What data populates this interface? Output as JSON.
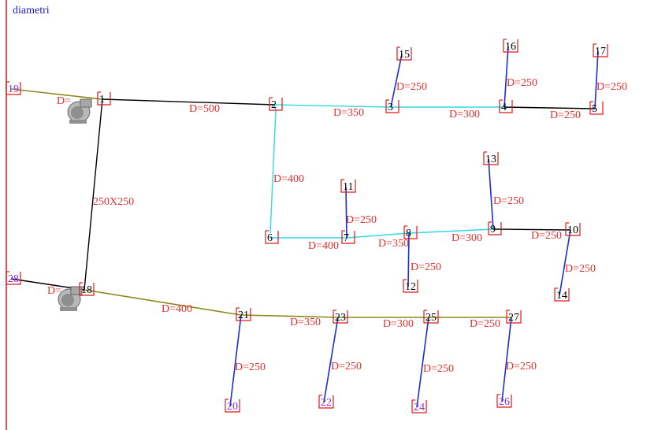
{
  "title": "diametri",
  "colors": {
    "black": "#000000",
    "cyan": "#30d8e8",
    "blue": "#1a2fd0",
    "olive": "#8a8a20",
    "red": "#e03030",
    "node_border": "#e01818",
    "purple": "#8a2be2"
  },
  "nodes": [
    {
      "id": "1",
      "label": "1"
    },
    {
      "id": "2",
      "label": "2"
    },
    {
      "id": "3",
      "label": "3"
    },
    {
      "id": "4",
      "label": "4"
    },
    {
      "id": "5",
      "label": "5"
    },
    {
      "id": "6",
      "label": "6"
    },
    {
      "id": "7",
      "label": "7"
    },
    {
      "id": "8",
      "label": "8"
    },
    {
      "id": "9",
      "label": "9"
    },
    {
      "id": "10",
      "label": "10"
    },
    {
      "id": "11",
      "label": "11"
    },
    {
      "id": "12",
      "label": "12"
    },
    {
      "id": "13",
      "label": "13"
    },
    {
      "id": "14",
      "label": "14"
    },
    {
      "id": "15",
      "label": "15"
    },
    {
      "id": "16",
      "label": "16"
    },
    {
      "id": "17",
      "label": "17"
    },
    {
      "id": "18",
      "label": "18"
    },
    {
      "id": "19",
      "label": "19"
    },
    {
      "id": "20",
      "label": "20"
    },
    {
      "id": "21",
      "label": "21"
    },
    {
      "id": "22",
      "label": "22"
    },
    {
      "id": "23",
      "label": "23"
    },
    {
      "id": "24",
      "label": "24"
    },
    {
      "id": "25",
      "label": "25"
    },
    {
      "id": "26",
      "label": "26"
    },
    {
      "id": "27",
      "label": "27"
    },
    {
      "id": "28",
      "label": "28"
    }
  ],
  "edges": [
    {
      "from": "19",
      "to": "1",
      "color": "olive",
      "label": "D="
    },
    {
      "from": "1",
      "to": "2",
      "color": "black",
      "label": "D=500"
    },
    {
      "from": "2",
      "to": "3",
      "color": "cyan",
      "label": "D=350"
    },
    {
      "from": "3",
      "to": "4",
      "color": "cyan",
      "label": "D=300"
    },
    {
      "from": "4",
      "to": "5",
      "color": "black",
      "label": "D=250"
    },
    {
      "from": "3",
      "to": "15",
      "color": "blue",
      "label": "D=250"
    },
    {
      "from": "4",
      "to": "16",
      "color": "blue",
      "label": "D=250"
    },
    {
      "from": "5",
      "to": "17",
      "color": "blue",
      "label": "D=250"
    },
    {
      "from": "2",
      "to": "6",
      "color": "cyan",
      "label": "D=400"
    },
    {
      "from": "6",
      "to": "7",
      "color": "cyan",
      "label": "D=400"
    },
    {
      "from": "7",
      "to": "8",
      "color": "cyan",
      "label": "D=350"
    },
    {
      "from": "8",
      "to": "9",
      "color": "cyan",
      "label": "D=300"
    },
    {
      "from": "9",
      "to": "10",
      "color": "black",
      "label": "D=250"
    },
    {
      "from": "7",
      "to": "11",
      "color": "blue",
      "label": "D=250"
    },
    {
      "from": "8",
      "to": "12",
      "color": "blue",
      "label": "D=250"
    },
    {
      "from": "9",
      "to": "13",
      "color": "blue",
      "label": "D=250"
    },
    {
      "from": "10",
      "to": "14",
      "color": "blue",
      "label": "D=250"
    },
    {
      "from": "1",
      "to": "18",
      "color": "black",
      "label": "250X250"
    },
    {
      "from": "28",
      "to": "18",
      "color": "black",
      "label": "D="
    },
    {
      "from": "18",
      "to": "21",
      "color": "olive",
      "label": "D=400"
    },
    {
      "from": "21",
      "to": "23",
      "color": "olive",
      "label": "D=350"
    },
    {
      "from": "23",
      "to": "25",
      "color": "olive",
      "label": "D=300"
    },
    {
      "from": "25",
      "to": "27",
      "color": "olive",
      "label": "D=250"
    },
    {
      "from": "21",
      "to": "20",
      "color": "blue",
      "label": "D=250"
    },
    {
      "from": "23",
      "to": "22",
      "color": "blue",
      "label": "D=250"
    },
    {
      "from": "25",
      "to": "24",
      "color": "blue",
      "label": "D=250"
    },
    {
      "from": "27",
      "to": "26",
      "color": "blue",
      "label": "D=250"
    }
  ],
  "fans": [
    {
      "id": "fan-1",
      "node": "1"
    },
    {
      "id": "fan-18",
      "node": "18"
    }
  ]
}
